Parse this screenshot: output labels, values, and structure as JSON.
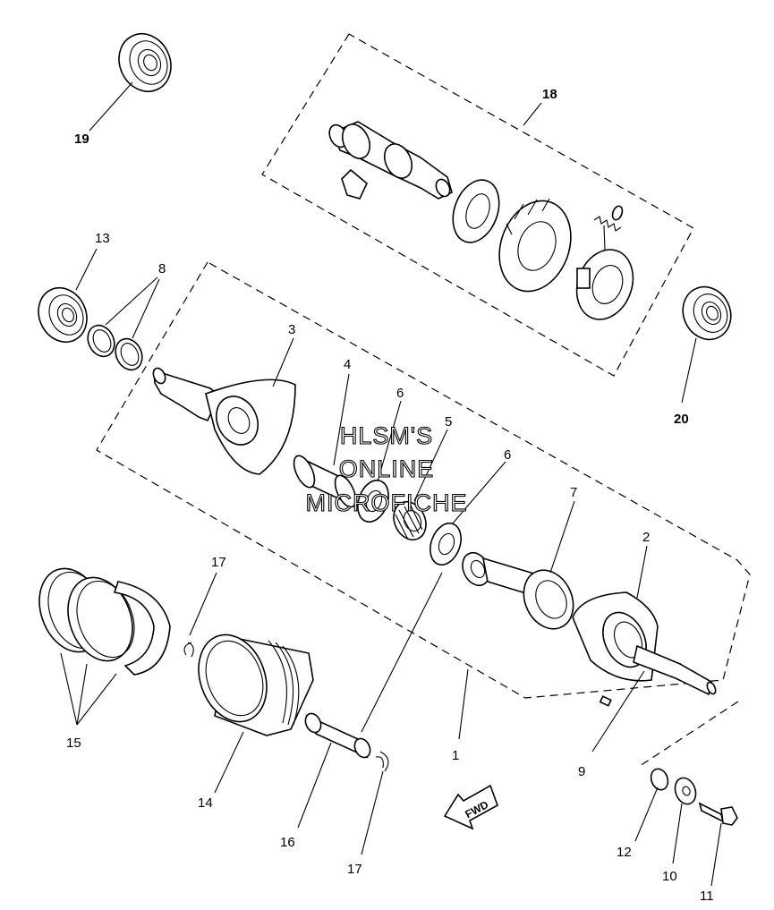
{
  "callouts": {
    "c1": "1",
    "c2": "2",
    "c3": "3",
    "c4": "4",
    "c5": "5",
    "c6a": "6",
    "c6b": "6",
    "c7": "7",
    "c8": "8",
    "c9": "9",
    "c10": "10",
    "c11": "11",
    "c12": "12",
    "c13": "13",
    "c14": "14",
    "c15": "15",
    "c16": "16",
    "c17a": "17",
    "c17b": "17",
    "c18": "18",
    "c19": "19",
    "c20": "20"
  },
  "watermark": {
    "line1": "HLSM'S",
    "line2": "ONLINE",
    "line3": "MICROFICHE"
  },
  "direction_arrow": {
    "label": "FWD"
  }
}
